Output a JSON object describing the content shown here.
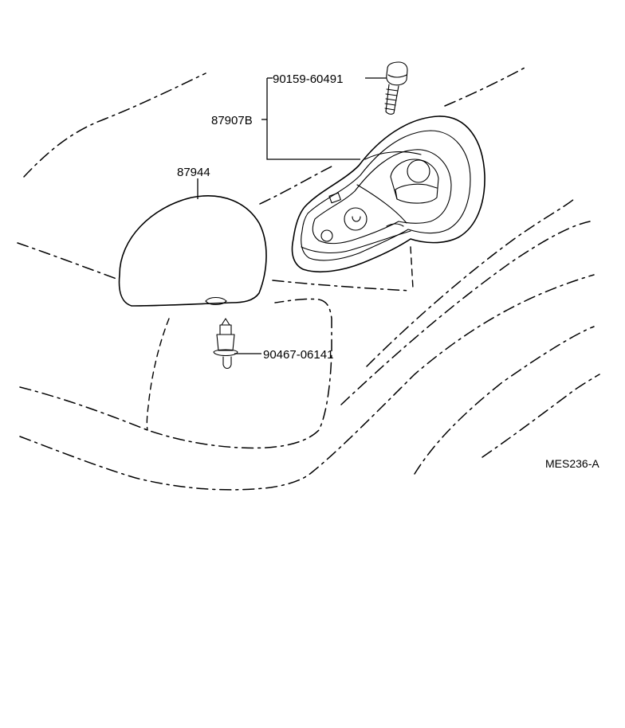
{
  "parts": {
    "screw": "90159-60491",
    "mirror_assembly": "87907B",
    "mirror_cover": "87944",
    "clip": "90467-06141"
  },
  "figure_ref": "MES236-A"
}
